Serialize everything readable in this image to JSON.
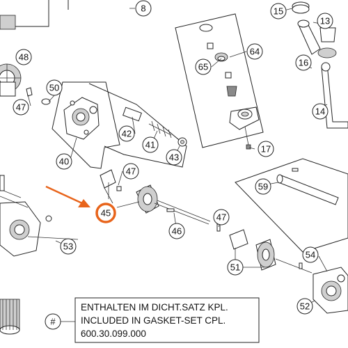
{
  "callouts": [
    {
      "id": "c8",
      "label": "8"
    },
    {
      "id": "c15",
      "label": "15"
    },
    {
      "id": "c13",
      "label": "13"
    },
    {
      "id": "c48",
      "label": "48"
    },
    {
      "id": "c64",
      "label": "64"
    },
    {
      "id": "c65",
      "label": "65"
    },
    {
      "id": "c16",
      "label": "16"
    },
    {
      "id": "c50",
      "label": "50"
    },
    {
      "id": "c47a",
      "label": "47"
    },
    {
      "id": "c14",
      "label": "14"
    },
    {
      "id": "c42",
      "label": "42"
    },
    {
      "id": "c41",
      "label": "41"
    },
    {
      "id": "c43",
      "label": "43"
    },
    {
      "id": "c17",
      "label": "17"
    },
    {
      "id": "c40",
      "label": "40"
    },
    {
      "id": "c47b",
      "label": "47"
    },
    {
      "id": "c59",
      "label": "59"
    },
    {
      "id": "c45",
      "label": "45"
    },
    {
      "id": "c47c",
      "label": "47"
    },
    {
      "id": "c46",
      "label": "46"
    },
    {
      "id": "c53",
      "label": "53"
    },
    {
      "id": "c51",
      "label": "51"
    },
    {
      "id": "c54",
      "label": "54"
    },
    {
      "id": "c52",
      "label": "52"
    }
  ],
  "highlight": {
    "label": "45",
    "color": "#e8641b"
  },
  "note": {
    "symbol": "#",
    "line1": "ENTHALTEN IM DICHT.SATZ KPL.",
    "line2": "INCLUDED IN GASKET-SET CPL.",
    "line3": "600.30.099.000"
  }
}
